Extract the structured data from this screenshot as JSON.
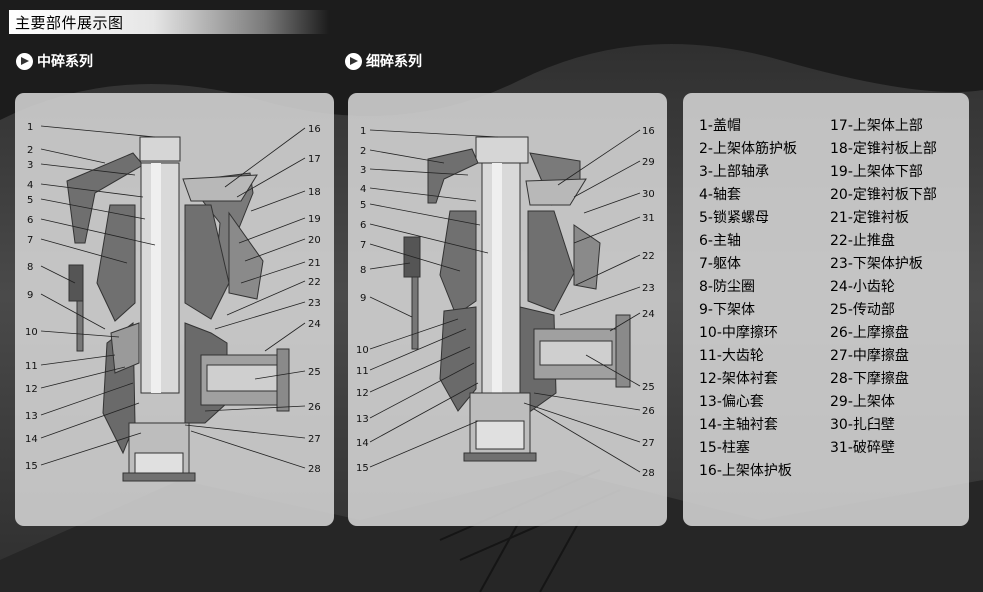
{
  "title": "主要部件展示图",
  "series": [
    {
      "label": "中碎系列"
    },
    {
      "label": "细碎系列"
    }
  ],
  "left_diagram": {
    "left_numbers": [
      "1",
      "2",
      "3",
      "4",
      "5",
      "6",
      "7",
      "8",
      "9",
      "10",
      "11",
      "12",
      "13",
      "14",
      "15"
    ],
    "right_numbers": [
      "16",
      "17",
      "18",
      "19",
      "20",
      "21",
      "22",
      "23",
      "24",
      "25",
      "26",
      "27",
      "28"
    ]
  },
  "right_diagram": {
    "left_numbers": [
      "1",
      "2",
      "3",
      "4",
      "5",
      "6",
      "7",
      "8",
      "9",
      "10",
      "11",
      "12",
      "13",
      "14",
      "15"
    ],
    "right_numbers": [
      "16",
      "29",
      "30",
      "31",
      "22",
      "23",
      "24",
      "25",
      "26",
      "27",
      "28"
    ]
  },
  "legend": {
    "col1": [
      "1-盖帽",
      "2-上架体筋护板",
      "3-上部轴承",
      "4-轴套",
      "5-锁紧螺母",
      "6-主轴",
      "7-躯体",
      "8-防尘圈",
      "9-下架体",
      "10-中摩擦环",
      "11-大齿轮",
      "12-架体衬套",
      "13-偏心套",
      "14-主轴衬套",
      "15-柱塞",
      "16-上架体护板"
    ],
    "col2": [
      "17-上架体上部",
      "18-定锥衬板上部",
      "19-上架体下部",
      "20-定锥衬板下部",
      "21-定锥衬板",
      "22-止推盘",
      "23-下架体护板",
      "24-小齿轮",
      "25-传动部",
      "26-上摩擦盘",
      "27-中摩擦盘",
      "28-下摩擦盘",
      "29-上架体",
      "30-扎臼壁",
      "31-破碎壁"
    ]
  }
}
